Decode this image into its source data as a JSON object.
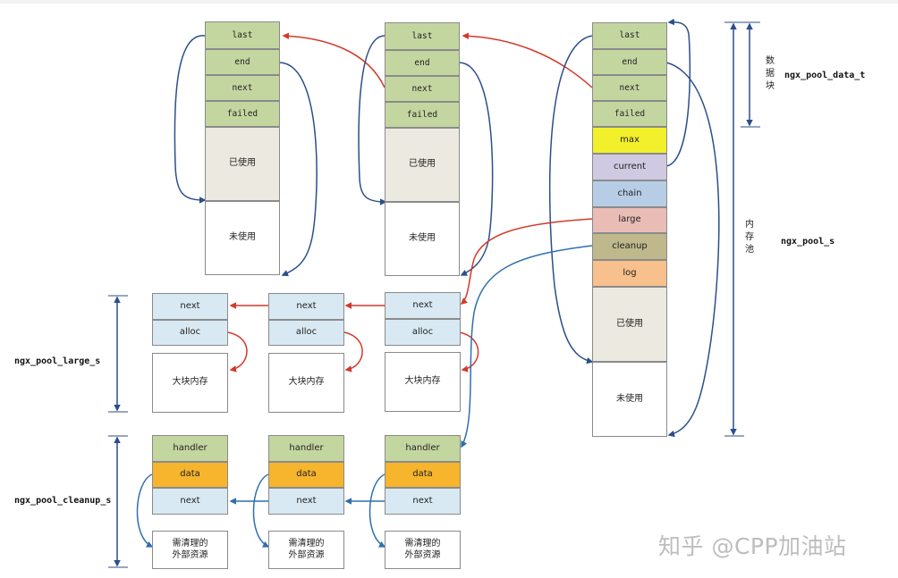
{
  "pools": {
    "first": {
      "last": "last",
      "end": "end",
      "next": "next",
      "failed": "failed",
      "used": "已使用",
      "unused": "未使用"
    },
    "second": {
      "last": "last",
      "end": "end",
      "next": "next",
      "failed": "failed",
      "used": "已使用",
      "unused": "未使用"
    },
    "main": {
      "last": "last",
      "end": "end",
      "next": "next",
      "failed": "failed",
      "max": "max",
      "current": "current",
      "chain": "chain",
      "large": "large",
      "cleanup": "cleanup",
      "log": "log",
      "used": "已使用",
      "unused": "未使用"
    }
  },
  "large_blocks": [
    {
      "next": "next",
      "alloc": "alloc",
      "mem": "大块内存"
    },
    {
      "next": "next",
      "alloc": "alloc",
      "mem": "大块内存"
    },
    {
      "next": "next",
      "alloc": "alloc",
      "mem": "大块内存"
    }
  ],
  "cleanup_blocks": [
    {
      "handler": "handler",
      "data": "data",
      "next": "next",
      "res_line1": "需清理的",
      "res_line2": "外部资源"
    },
    {
      "handler": "handler",
      "data": "data",
      "next": "next",
      "res_line1": "需清理的",
      "res_line2": "外部资源"
    },
    {
      "handler": "handler",
      "data": "data",
      "next": "next",
      "res_line1": "需清理的",
      "res_line2": "外部资源"
    }
  ],
  "labels": {
    "data_block": "数据块",
    "memory_pool": "内存池",
    "ngx_pool_data_t": "ngx_pool_data_t",
    "ngx_pool_s": "ngx_pool_s",
    "ngx_pool_large_s": "ngx_pool_large_s",
    "ngx_pool_cleanup_s": "ngx_pool_cleanup_s"
  },
  "watermark": "知乎 @CPP加油站",
  "colors": {
    "header_green": "#c4d6a0",
    "used": "#ece9e0",
    "light_blue": "#d9e9f3",
    "max": "#f2ef2b",
    "current": "#cfc9e1",
    "chain": "#b7cde6",
    "large": "#e9bcb6",
    "cleanup": "#beb88c",
    "log": "#f7c08c",
    "data": "#f6b52c",
    "red_arrow": "#d23a2a",
    "blue_arrow": "#2f6fae",
    "navy_arrow": "#2b4f8a"
  }
}
